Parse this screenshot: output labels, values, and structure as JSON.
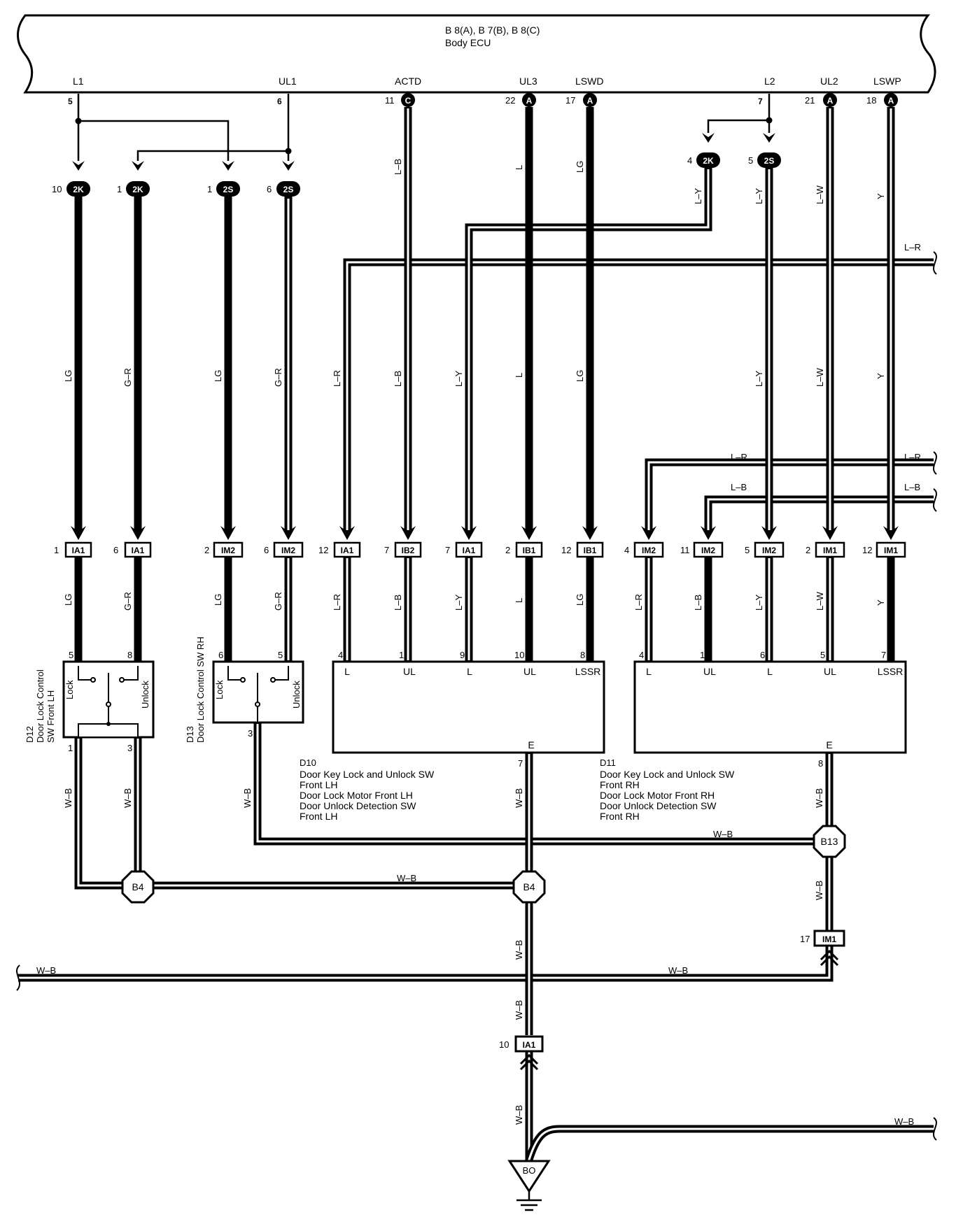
{
  "ecu": {
    "title": "B 8(A), B 7(B), B 8(C)",
    "name": "Body ECU",
    "terminals": [
      {
        "name": "L1",
        "pin": "5",
        "conn": ""
      },
      {
        "name": "UL1",
        "pin": "6",
        "conn": ""
      },
      {
        "name": "ACTD",
        "pin": "11",
        "conn": "C"
      },
      {
        "name": "UL3",
        "pin": "22",
        "conn": "A"
      },
      {
        "name": "LSWD",
        "pin": "17",
        "conn": "A"
      },
      {
        "name": "L2",
        "pin": "7",
        "conn": ""
      },
      {
        "name": "UL2",
        "pin": "21",
        "conn": "A"
      },
      {
        "name": "LSWP",
        "pin": "18",
        "conn": "A"
      }
    ]
  },
  "junction_connectors": [
    {
      "pin": "10",
      "label": "2K"
    },
    {
      "pin": "1",
      "label": "2K"
    },
    {
      "pin": "1",
      "label": "2S"
    },
    {
      "pin": "6",
      "label": "2S"
    },
    {
      "pin": "4",
      "label": "2K"
    },
    {
      "pin": "5",
      "label": "2S"
    }
  ],
  "wire_colors": [
    "LG",
    "G–R",
    "LG",
    "G–R",
    "L–R",
    "L–B",
    "L–Y",
    "L",
    "LG",
    "L–R",
    "L–B",
    "L–Y",
    "L–W",
    "Y"
  ],
  "wire_colors_top": [
    "L–B",
    "L",
    "LG",
    "L–Y",
    "L–Y",
    "L–W",
    "Y"
  ],
  "bus_labels": [
    "L–R",
    "L–R",
    "L–R",
    "L–B",
    "L–B"
  ],
  "inline_connectors": [
    {
      "pin": "1",
      "label": "IA1"
    },
    {
      "pin": "6",
      "label": "IA1"
    },
    {
      "pin": "2",
      "label": "IM2"
    },
    {
      "pin": "6",
      "label": "IM2"
    },
    {
      "pin": "12",
      "label": "IA1"
    },
    {
      "pin": "7",
      "label": "IB2"
    },
    {
      "pin": "7",
      "label": "IA1"
    },
    {
      "pin": "2",
      "label": "IB1"
    },
    {
      "pin": "12",
      "label": "IB1"
    },
    {
      "pin": "4",
      "label": "IM2"
    },
    {
      "pin": "11",
      "label": "IM2"
    },
    {
      "pin": "5",
      "label": "IM2"
    },
    {
      "pin": "2",
      "label": "IM1"
    },
    {
      "pin": "12",
      "label": "IM1"
    }
  ],
  "lower_wire_colors": [
    "LG",
    "G–R",
    "LG",
    "G–R",
    "L–R",
    "L–B",
    "L–Y",
    "L",
    "LG",
    "L–R",
    "L–B",
    "L–Y",
    "L–W",
    "Y"
  ],
  "switch_lh": {
    "code": "D12",
    "name_line1": "Door Lock Control",
    "name_line2": "SW Front LH",
    "lock": "Lock",
    "unlock": "Unlock",
    "pins_top": [
      "5",
      "8"
    ],
    "pins_bottom": [
      "1",
      "3"
    ]
  },
  "switch_rh": {
    "code": "D13",
    "name": "Door Lock Control SW RH",
    "lock": "Lock",
    "unlock": "Unlock",
    "pins_top": [
      "6",
      "5"
    ],
    "pin_bottom": "3"
  },
  "door_lh": {
    "code": "D10",
    "lines": [
      "Door Key Lock and Unlock SW",
      "Front LH",
      "Door Lock Motor Front LH",
      "Door Unlock Detection SW",
      "Front LH"
    ],
    "pins": [
      "4",
      "1",
      "9",
      "10",
      "8"
    ],
    "terminals": [
      "L",
      "UL",
      "L",
      "UL",
      "LSSR"
    ],
    "ground_terminal": "E",
    "ground_pin": "7"
  },
  "door_rh": {
    "code": "D11",
    "lines": [
      "Door Key Lock and Unlock SW",
      "Front RH",
      "Door Lock Motor Front RH",
      "Door Unlock Detection SW",
      "Front RH"
    ],
    "pins": [
      "4",
      "1",
      "6",
      "5",
      "7"
    ],
    "terminals": [
      "L",
      "UL",
      "L",
      "UL",
      "LSSR"
    ],
    "ground_terminal": "E",
    "ground_pin": "8"
  },
  "ground_wire": "W–B",
  "junctions": {
    "b4_left": "B4",
    "b4_right": "B4",
    "b13": "B13"
  },
  "bottom_connectors": [
    {
      "pin": "17",
      "label": "IM1"
    },
    {
      "pin": "10",
      "label": "IA1"
    }
  ],
  "ground_point": "BO"
}
